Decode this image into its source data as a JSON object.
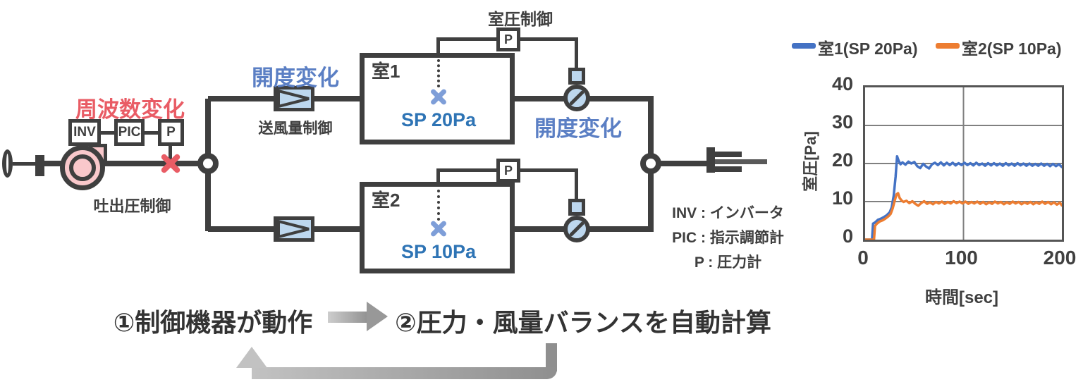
{
  "colors": {
    "line_dark": "#3f3f3f",
    "accent_red": "#e95c65",
    "fan_pink": "#f9c8cb",
    "component_blue": "#bdd7ee",
    "label_blue": "#5b7fc4",
    "setpoint_blue": "#2e74b5",
    "chart_blue": "#4472c4",
    "chart_orange": "#ed7d31"
  },
  "diagram": {
    "frequency_change_label": "周波数変化",
    "discharge_pressure_label": "吐出圧制御",
    "inv_box": "INV",
    "pic_box": "PIC",
    "p_box": "P",
    "damper_opening_label": "開度変化",
    "supply_flow_label": "送風量制御",
    "room_pressure_label": "室圧制御",
    "valve_opening_label": "開度変化",
    "room1": {
      "name": "室1",
      "setpoint": "SP 20Pa"
    },
    "room2": {
      "name": "室2",
      "setpoint": "SP 10Pa"
    },
    "legend": [
      "INV : インバータ",
      "PIC : 指示調節計",
      "P : 圧力計"
    ]
  },
  "flow": {
    "step1": "①制御機器が動作",
    "step2": "②圧力・風量バランスを自動計算"
  },
  "chart_data": {
    "type": "line",
    "title": "",
    "xlabel": "時間[sec]",
    "ylabel": "室圧[Pa]",
    "xlim": [
      0,
      200
    ],
    "ylim": [
      0,
      40
    ],
    "xticks": [
      0,
      100,
      200
    ],
    "yticks": [
      0,
      10,
      20,
      30,
      40
    ],
    "grid": true,
    "legend_position": "top",
    "series": [
      {
        "name": "室1(SP 20Pa)",
        "color": "#4472c4",
        "points": [
          [
            0,
            0
          ],
          [
            7,
            0
          ],
          [
            8,
            4.2
          ],
          [
            10,
            4.5
          ],
          [
            13,
            5.2
          ],
          [
            16,
            5.5
          ],
          [
            19,
            5.9
          ],
          [
            22,
            6.4
          ],
          [
            25,
            7.2
          ],
          [
            27,
            8.5
          ],
          [
            29,
            11.5
          ],
          [
            31,
            16.5
          ],
          [
            32.5,
            21.9
          ],
          [
            34,
            20.8
          ],
          [
            36,
            19.8
          ],
          [
            38,
            20.3
          ],
          [
            41,
            19.7
          ],
          [
            44,
            20.5
          ],
          [
            47,
            20.0
          ],
          [
            50,
            20.4
          ],
          [
            53,
            19.3
          ],
          [
            56,
            18.8
          ],
          [
            59,
            19.9
          ],
          [
            62,
            19.2
          ],
          [
            65,
            18.7
          ],
          [
            68,
            19.8
          ],
          [
            71,
            20.2
          ],
          [
            74,
            19.6
          ],
          [
            77,
            20.3
          ],
          [
            80,
            19.5
          ],
          [
            83,
            20.2
          ],
          [
            86,
            19.6
          ],
          [
            89,
            20.2
          ],
          [
            92,
            19.5
          ],
          [
            95,
            20.1
          ],
          [
            98,
            19.6
          ],
          [
            101,
            20.2
          ],
          [
            104,
            19.6
          ],
          [
            107,
            20.1
          ],
          [
            110,
            19.5
          ],
          [
            113,
            20.2
          ],
          [
            116,
            19.6
          ],
          [
            119,
            20.0
          ],
          [
            122,
            19.4
          ],
          [
            125,
            20.1
          ],
          [
            128,
            19.5
          ],
          [
            131,
            20.1
          ],
          [
            134,
            19.5
          ],
          [
            137,
            20.0
          ],
          [
            140,
            19.4
          ],
          [
            143,
            20.1
          ],
          [
            146,
            19.5
          ],
          [
            149,
            20.0
          ],
          [
            152,
            19.4
          ],
          [
            155,
            20.1
          ],
          [
            158,
            19.5
          ],
          [
            161,
            20.0
          ],
          [
            164,
            19.4
          ],
          [
            167,
            20.0
          ],
          [
            170,
            19.4
          ],
          [
            173,
            19.9
          ],
          [
            176,
            19.4
          ],
          [
            179,
            20.0
          ],
          [
            182,
            19.4
          ],
          [
            185,
            19.9
          ],
          [
            188,
            19.3
          ],
          [
            191,
            19.9
          ],
          [
            194,
            19.3
          ],
          [
            197,
            19.8
          ],
          [
            200,
            19.1
          ]
        ]
      },
      {
        "name": "室2(SP 10Pa)",
        "color": "#ed7d31",
        "points": [
          [
            0,
            0
          ],
          [
            9,
            0
          ],
          [
            10,
            3.6
          ],
          [
            12,
            4.2
          ],
          [
            15,
            4.8
          ],
          [
            18,
            5.1
          ],
          [
            21,
            5.6
          ],
          [
            24,
            6.2
          ],
          [
            26,
            6.8
          ],
          [
            28,
            8.2
          ],
          [
            30,
            10.2
          ],
          [
            32,
            11.9
          ],
          [
            33.5,
            12.2
          ],
          [
            35,
            11.0
          ],
          [
            37,
            10.3
          ],
          [
            39,
            9.9
          ],
          [
            42,
            10.2
          ],
          [
            45,
            9.6
          ],
          [
            48,
            10.1
          ],
          [
            51,
            9.4
          ],
          [
            54,
            8.9
          ],
          [
            57,
            9.6
          ],
          [
            60,
            10.1
          ],
          [
            63,
            9.4
          ],
          [
            66,
            9.8
          ],
          [
            69,
            9.3
          ],
          [
            72,
            9.9
          ],
          [
            75,
            9.5
          ],
          [
            78,
            10.0
          ],
          [
            81,
            9.4
          ],
          [
            84,
            9.9
          ],
          [
            87,
            9.5
          ],
          [
            90,
            10.1
          ],
          [
            93,
            9.6
          ],
          [
            96,
            10.0
          ],
          [
            99,
            9.5
          ],
          [
            102,
            10.0
          ],
          [
            105,
            9.4
          ],
          [
            108,
            9.9
          ],
          [
            111,
            9.5
          ],
          [
            114,
            10.0
          ],
          [
            117,
            9.4
          ],
          [
            120,
            9.9
          ],
          [
            123,
            9.3
          ],
          [
            126,
            9.8
          ],
          [
            129,
            9.4
          ],
          [
            132,
            10.0
          ],
          [
            135,
            9.5
          ],
          [
            138,
            9.9
          ],
          [
            141,
            9.3
          ],
          [
            144,
            9.8
          ],
          [
            147,
            9.4
          ],
          [
            150,
            10.0
          ],
          [
            153,
            9.5
          ],
          [
            156,
            9.9
          ],
          [
            159,
            9.3
          ],
          [
            162,
            9.8
          ],
          [
            165,
            9.4
          ],
          [
            168,
            9.9
          ],
          [
            171,
            9.3
          ],
          [
            174,
            9.8
          ],
          [
            177,
            9.4
          ],
          [
            180,
            10.0
          ],
          [
            183,
            9.4
          ],
          [
            186,
            9.9
          ],
          [
            189,
            9.3
          ],
          [
            192,
            9.8
          ],
          [
            195,
            9.2
          ],
          [
            198,
            9.7
          ],
          [
            200,
            9.0
          ]
        ]
      }
    ]
  }
}
